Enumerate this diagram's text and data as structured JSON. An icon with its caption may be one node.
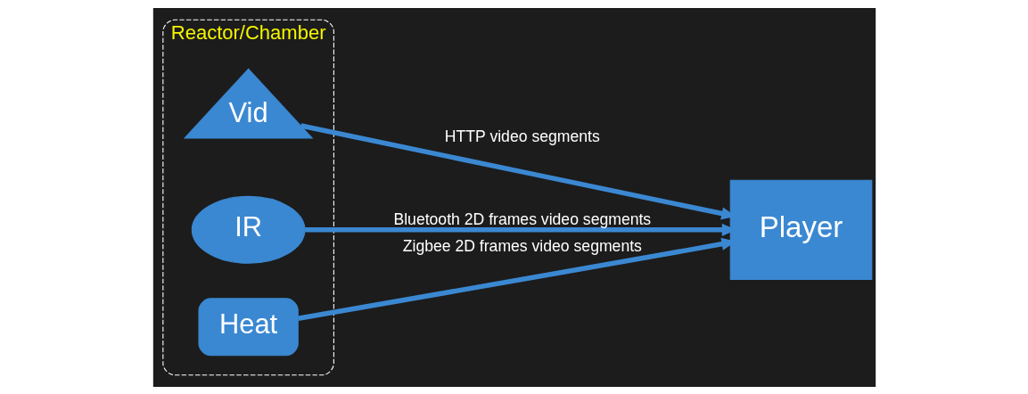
{
  "diagram": {
    "nodes": [
      {
        "text": [
          "Reactor/Chamber"
        ]
      },
      {
        "text": [
          "Vid"
        ],
        "in": 0
      },
      {
        "text": [
          "IR"
        ],
        "in": 0
      },
      {
        "text": [
          "Heat"
        ],
        "in": 0
      },
      {
        "text": [
          "Player"
        ]
      }
    ],
    "edges": [
      {
        "from": 1,
        "to": 4,
        "arrow": "to",
        "label": "HTTP video segments"
      },
      {
        "from": 2,
        "to": 4,
        "arrow": "to",
        "label": "Bluetooth 2D frames video segments"
      },
      {
        "from": 3,
        "to": 4,
        "arrow": "to",
        "label": "Zigbee 2D frames video segments"
      }
    ]
  }
}
